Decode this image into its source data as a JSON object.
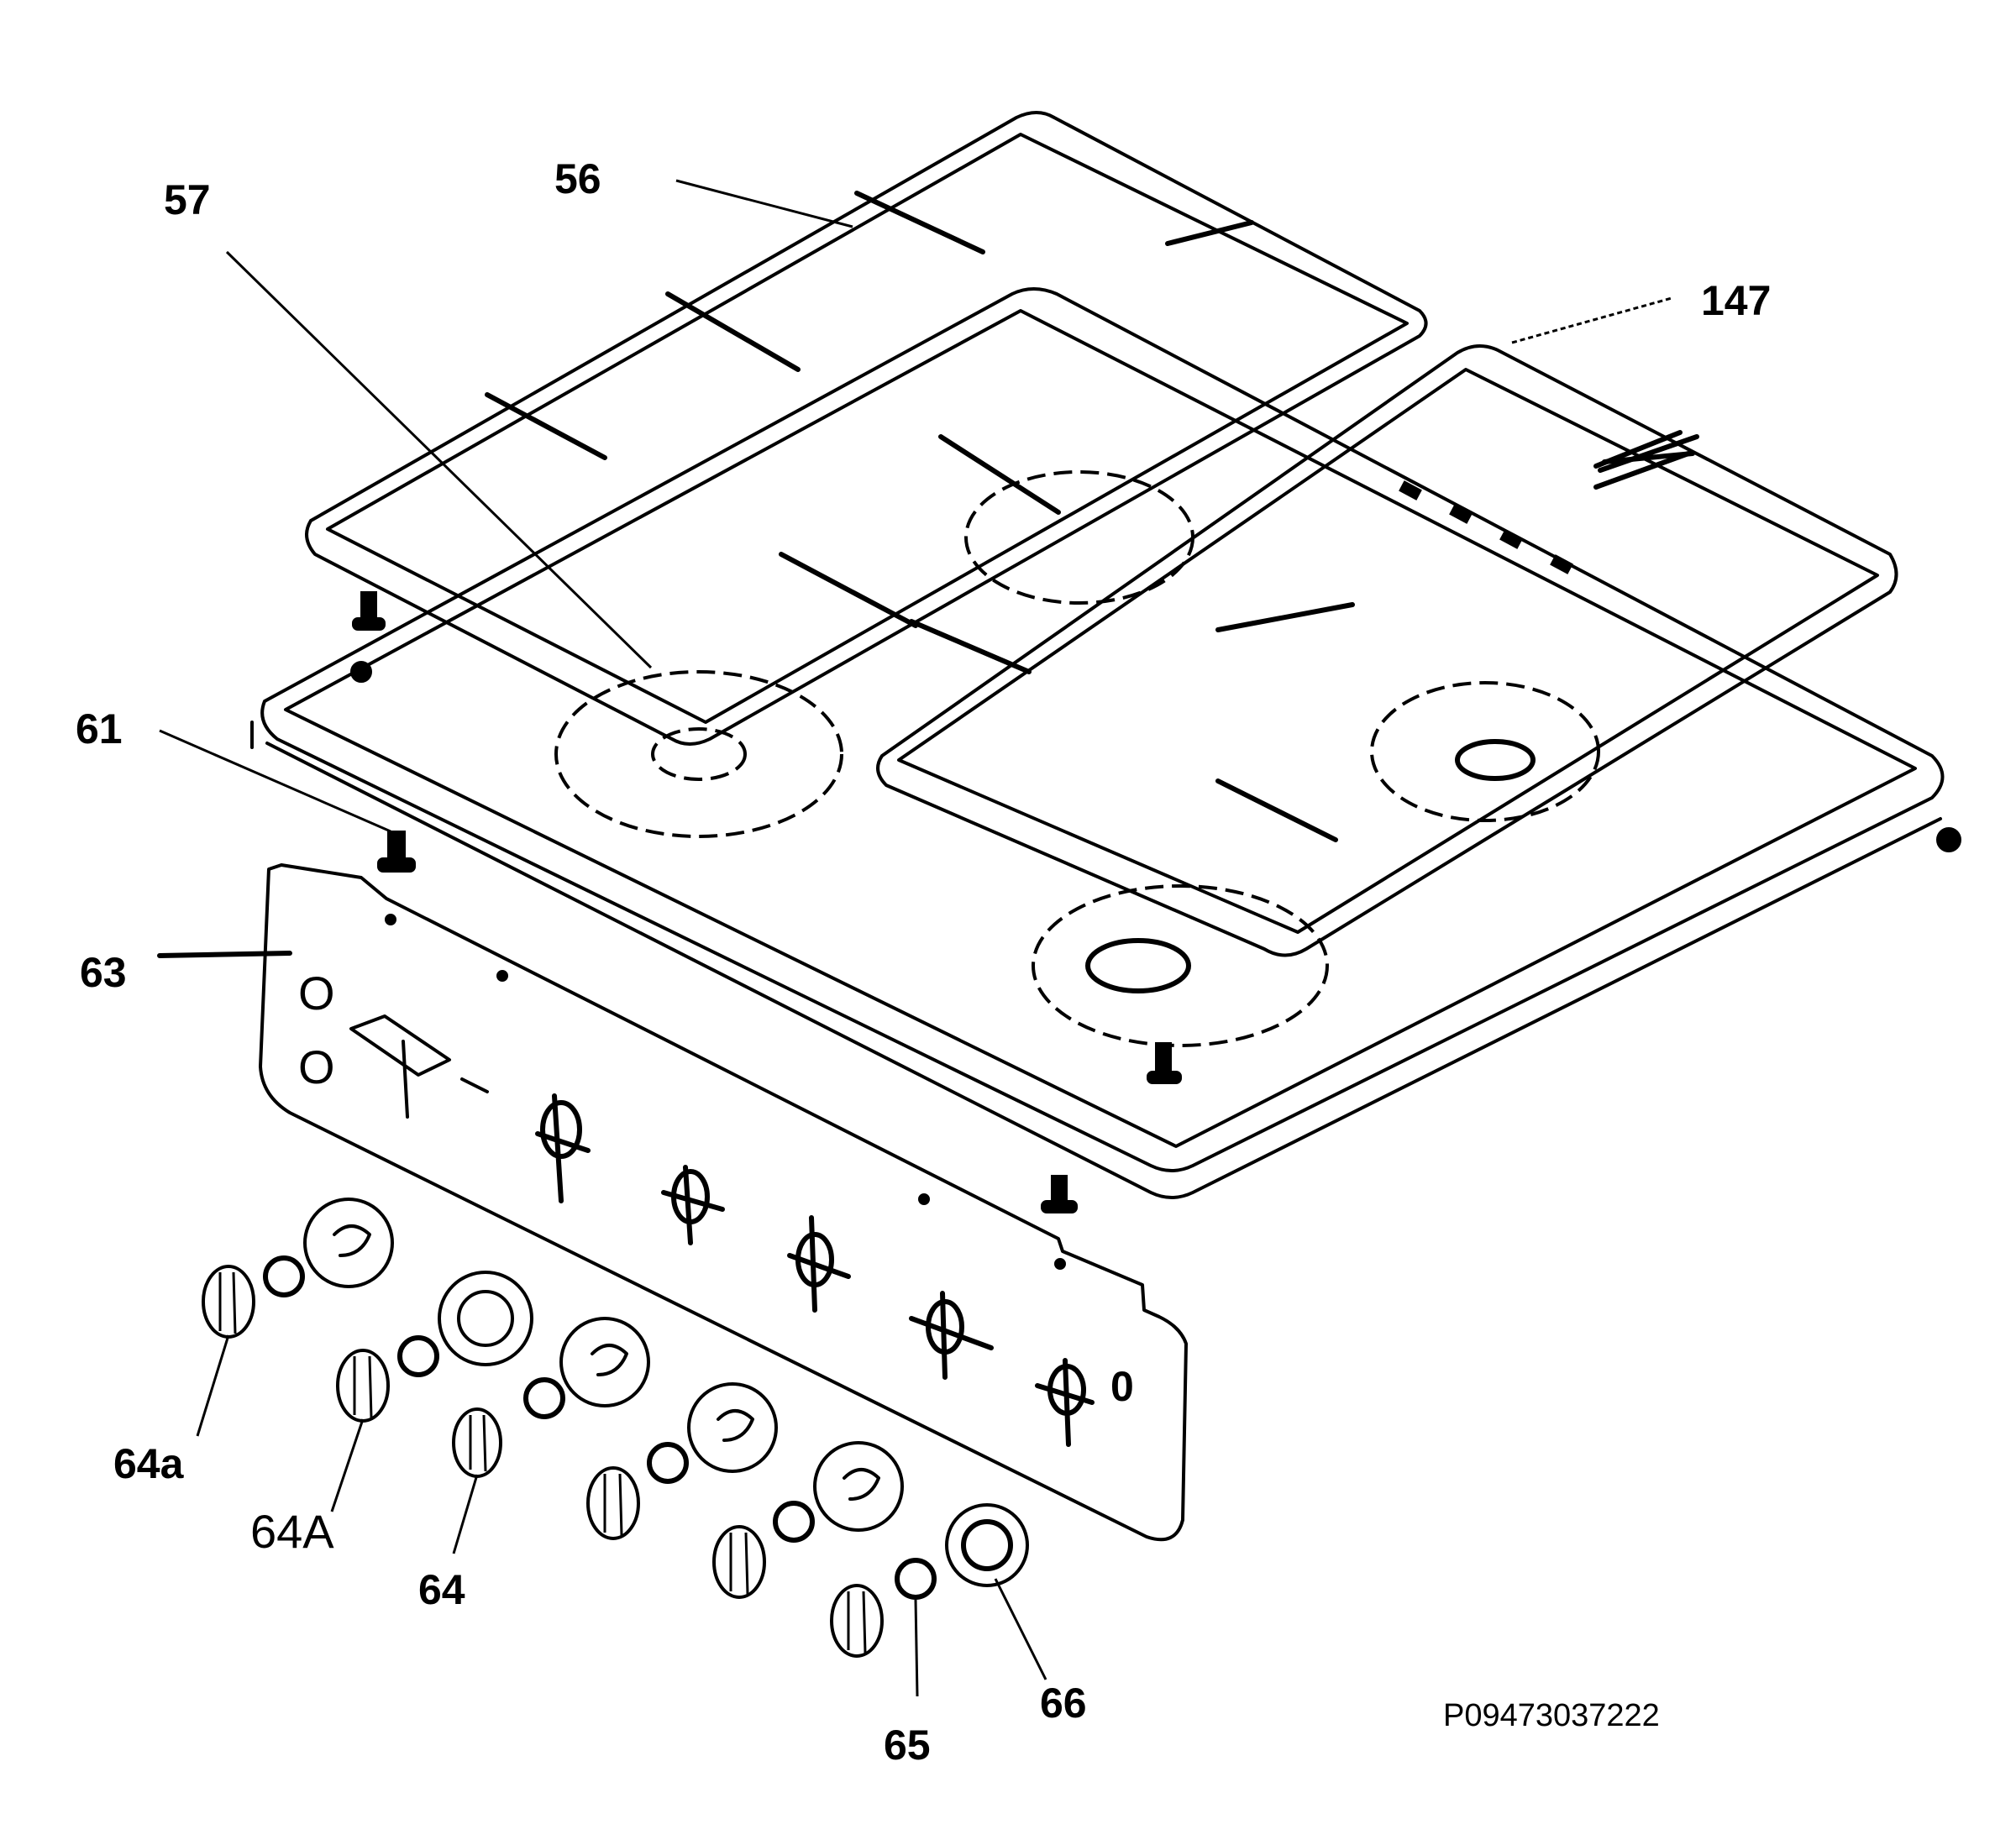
{
  "callouts": {
    "c56": "56",
    "c57": "57",
    "c147": "147",
    "c61": "61",
    "c63": "63",
    "c64a": "64a",
    "c64A": "64A",
    "c64": "64",
    "c65": "65",
    "c66": "66"
  },
  "panel_marks": {
    "o1": "O",
    "o2": "O",
    "zero": "0"
  },
  "reference": "P09473037222"
}
